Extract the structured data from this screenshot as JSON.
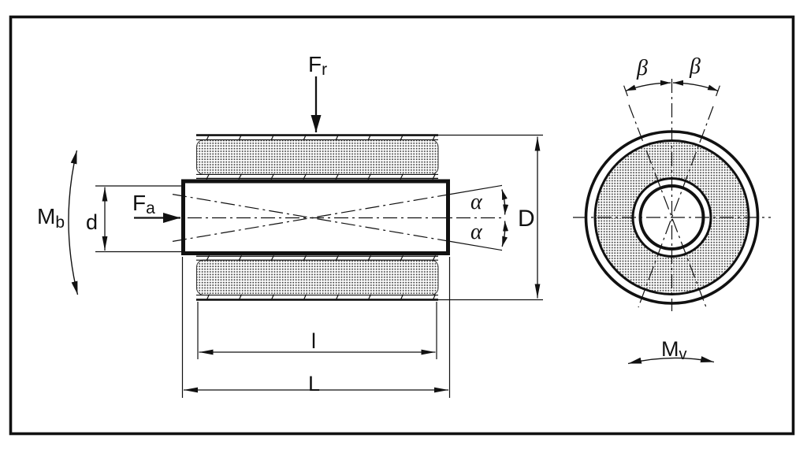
{
  "labels": {
    "force_radial": {
      "main": "F",
      "sub": "r"
    },
    "force_axial": {
      "main": "F",
      "sub": "a"
    },
    "moment_bending": {
      "main": "M",
      "sub": "b"
    },
    "moment_torsion": {
      "main": "M",
      "sub": "v"
    },
    "dim_inner_diameter": "d",
    "dim_outer_diameter": "D",
    "dim_element_length": "l",
    "dim_overall_length": "L",
    "angle_alpha": "α",
    "angle_beta": "β"
  },
  "colors": {
    "ink": "#111111",
    "paper": "#ffffff"
  }
}
